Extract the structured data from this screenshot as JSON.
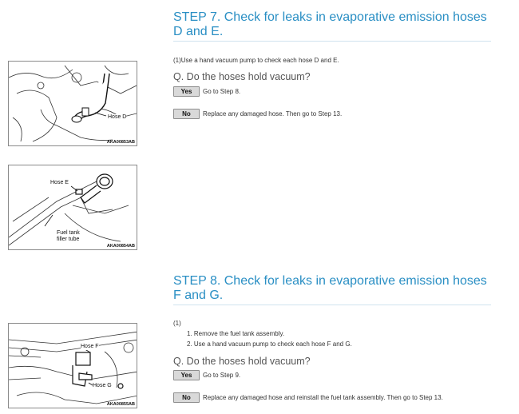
{
  "step7": {
    "title": "STEP 7. Check for leaks in evaporative emission hoses D and E.",
    "instruction": "(1)Use a hand vacuum pump to check each hose D and E.",
    "question": "Q. Do the hoses hold vacuum?",
    "yes_label": "Yes",
    "yes_text": "Go to Step 8.",
    "no_label": "No",
    "no_text": "Replace any damaged hose. Then go to Step 13.",
    "figure1": {
      "label": "Hose D",
      "code": "AKA00853AB"
    },
    "figure2": {
      "label_hose": "Hose E",
      "label_tube": "Fuel tank\nfiller tube",
      "code": "AKA00854AB"
    }
  },
  "step8": {
    "title": "STEP 8. Check for leaks in evaporative emission hoses F and G.",
    "instruction": "(1)",
    "substeps": [
      "1. Remove the fuel tank assembly.",
      "2. Use a hand vacuum pump to check each hose F and G."
    ],
    "question": "Q. Do the hoses hold vacuum?",
    "yes_label": "Yes",
    "yes_text": "Go to Step 9.",
    "no_label": "No",
    "no_text": "Replace any damaged hose and reinstall the fuel tank assembly. Then go to Step 13.",
    "figure": {
      "label_f": "Hose F",
      "label_g": "Hose G",
      "code": "AKA00855AB"
    }
  }
}
